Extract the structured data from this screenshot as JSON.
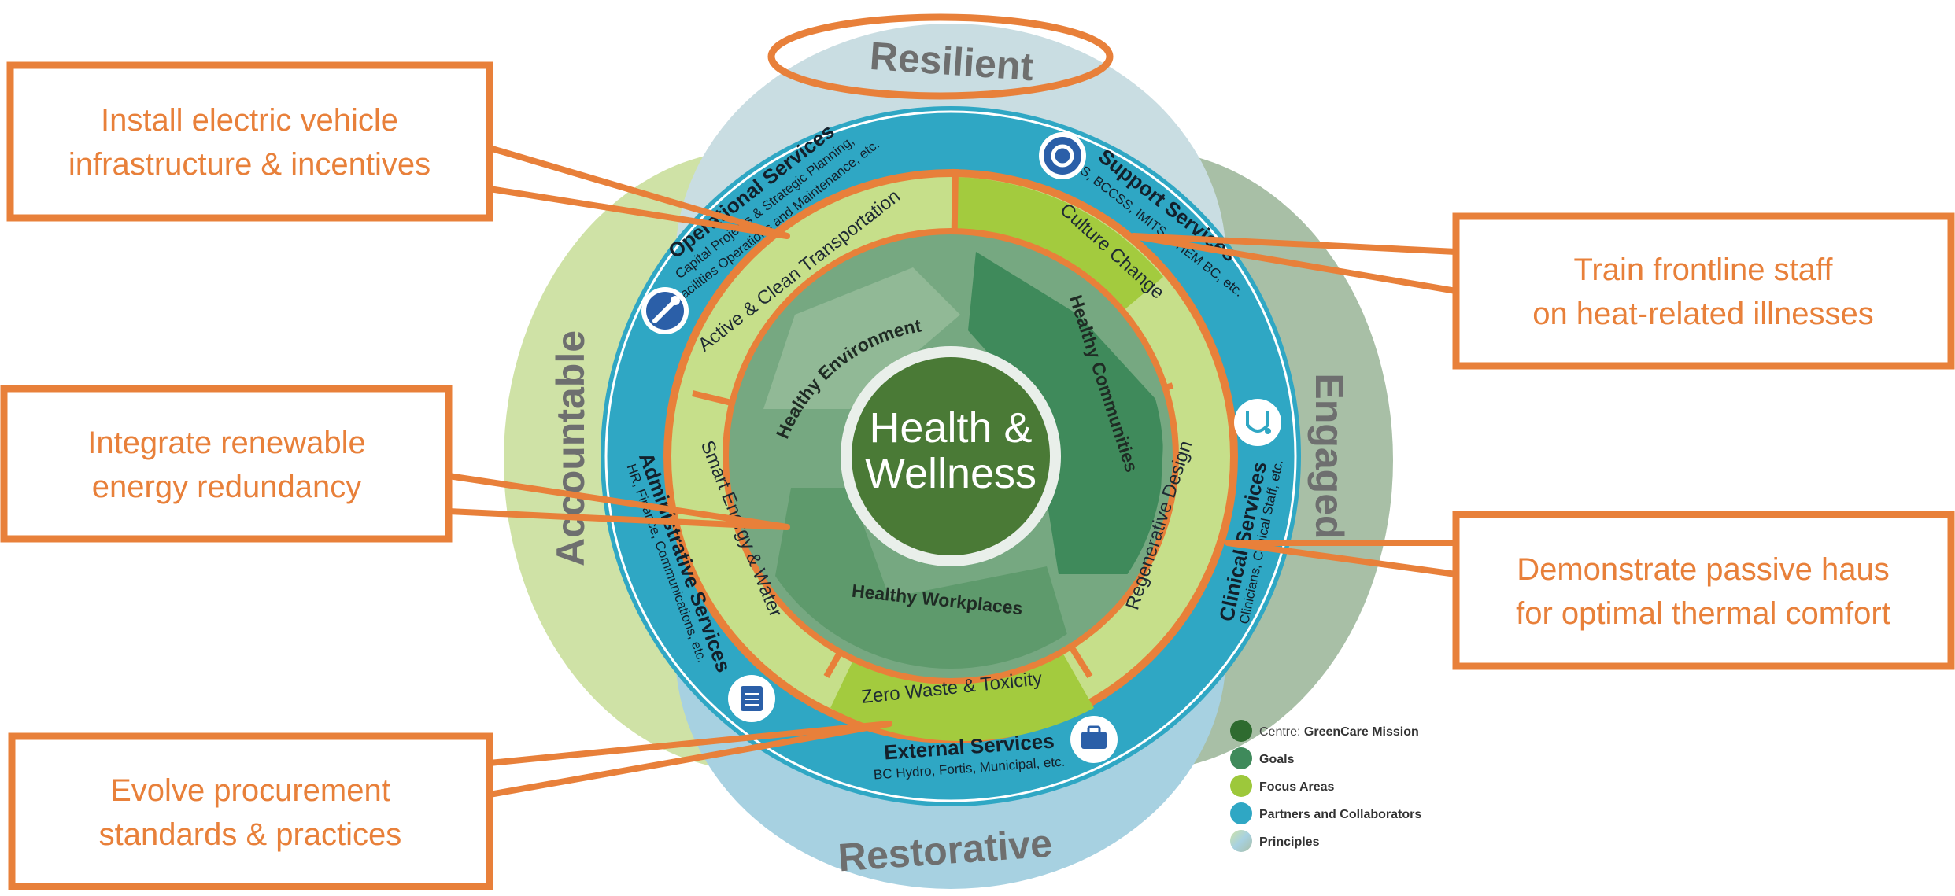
{
  "center": {
    "line1": "Health &",
    "line2": "Wellness"
  },
  "goals": [
    "Healthy Environment",
    "Healthy Communities",
    "Healthy Workplaces"
  ],
  "focus_areas": [
    "Active & Clean Transportation",
    "Culture Change",
    "Regenerative Design",
    "Zero Waste & Toxicity",
    "Smart Energy & Water"
  ],
  "partners": [
    {
      "title": "Operational Services",
      "sub1": "Capital Projects & Strategic Planning,",
      "sub2": "Facilities Operations and Maintenance, etc.",
      "icon": "wrench-icon"
    },
    {
      "title": "Support Services",
      "sub1": "BISS, BCCSS, IMITS, PHEM BC, etc.",
      "icon": "support-icon"
    },
    {
      "title": "Clinical Services",
      "sub1": "Clinicians, Clinical Staff, etc.",
      "icon": "stethoscope-icon"
    },
    {
      "title": "External Services",
      "sub1": "BC Hydro, Fortis, Municipal, etc.",
      "icon": "briefcase-icon"
    },
    {
      "title": "Administrative Services",
      "sub1": "HR, Finance, Communications, etc.",
      "icon": "clipboard-icon"
    }
  ],
  "principles": [
    "Resilient",
    "Engaged",
    "Restorative",
    "Accountable"
  ],
  "callouts": [
    {
      "line1": "Install electric vehicle",
      "line2": "infrastructure & incentives"
    },
    {
      "line1": "Train frontline staff",
      "line2": "on heat-related illnesses"
    },
    {
      "line1": "Integrate renewable",
      "line2": "energy redundancy"
    },
    {
      "line1": "Demonstrate passive haus",
      "line2": "for optimal thermal comfort"
    },
    {
      "line1": "Evolve procurement",
      "line2": "standards & practices"
    }
  ],
  "legend": [
    {
      "prefix": "Centre: ",
      "label": "GreenCare Mission",
      "color": "#2E6B2F"
    },
    {
      "label": "Goals",
      "color": "#3F8A5B"
    },
    {
      "label": "Focus Areas",
      "color": "#9DC83B"
    },
    {
      "label": "Partners and Collaborators",
      "color": "#2FA7C4"
    },
    {
      "label": "Principles",
      "color": "#B9D98F"
    }
  ],
  "colors": {
    "callout": "#E8803A",
    "partner_ring": "#2FA7C4",
    "focus_light": "#C6DF8A",
    "focus_bright": "#A3CB3E",
    "goal_dark": "#3F8A5B",
    "center": "#4A7A36",
    "principle_resilient": "#C9DDE2",
    "principle_engaged": "#A8BFA6",
    "principle_restorative": "#A7D1E1",
    "principle_accountable": "#CFE2A6"
  }
}
